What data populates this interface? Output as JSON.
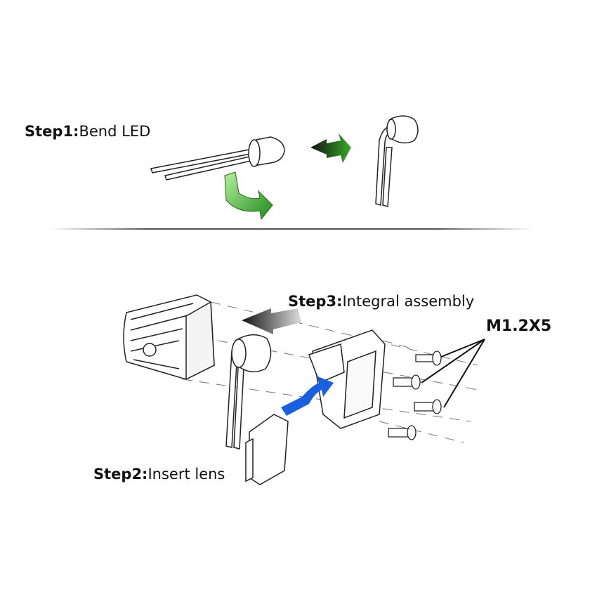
{
  "step1": {
    "prefix": "Step1:",
    "text": "Bend LED"
  },
  "step2": {
    "prefix": "Step2:",
    "text": "Insert lens"
  },
  "step3": {
    "prefix": "Step3:",
    "text": "Integral assembly"
  },
  "screw_label": "M1.2X5",
  "colors": {
    "green_arrow": "#3aa82a",
    "blue_arrow": "#1a5fe0",
    "gray_arrow": "#555555"
  }
}
